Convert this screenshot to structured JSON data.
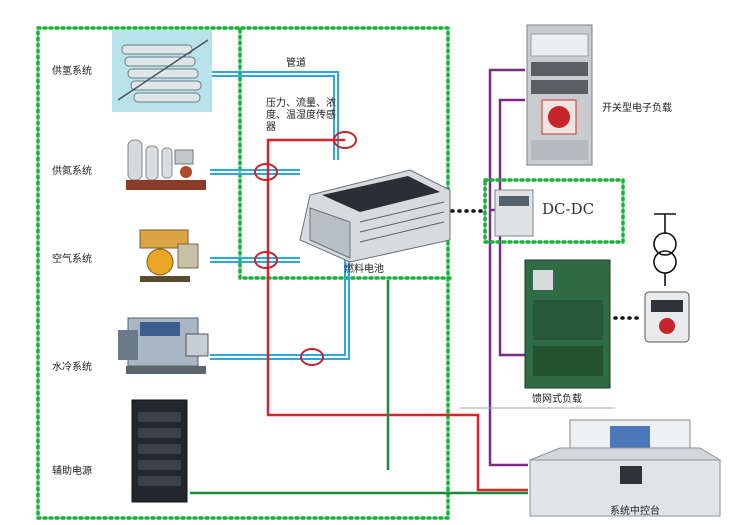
{
  "labels": {
    "hydrogen_supply": "供氢系统",
    "nitrogen_supply": "供氮系统",
    "air_system": "空气系统",
    "water_cooling": "水冷系统",
    "aux_power": "辅助电源",
    "pipeline": "管道",
    "sensors": "压力、流量、浓度、温湿度传感器",
    "fuel_cell": "燃料电池",
    "electronic_load": "开关型电子负载",
    "dcdc": "DC-DC",
    "grid_load": "馈网式负载",
    "control_console": "系统中控台"
  },
  "colors": {
    "dotted_group": "#19b23a",
    "pipeline": "#2aa8e0",
    "signal": "#d9252a",
    "power": "#7b2a84",
    "ground": "#1f8a3a",
    "sensor_ring": "#c8242b"
  }
}
